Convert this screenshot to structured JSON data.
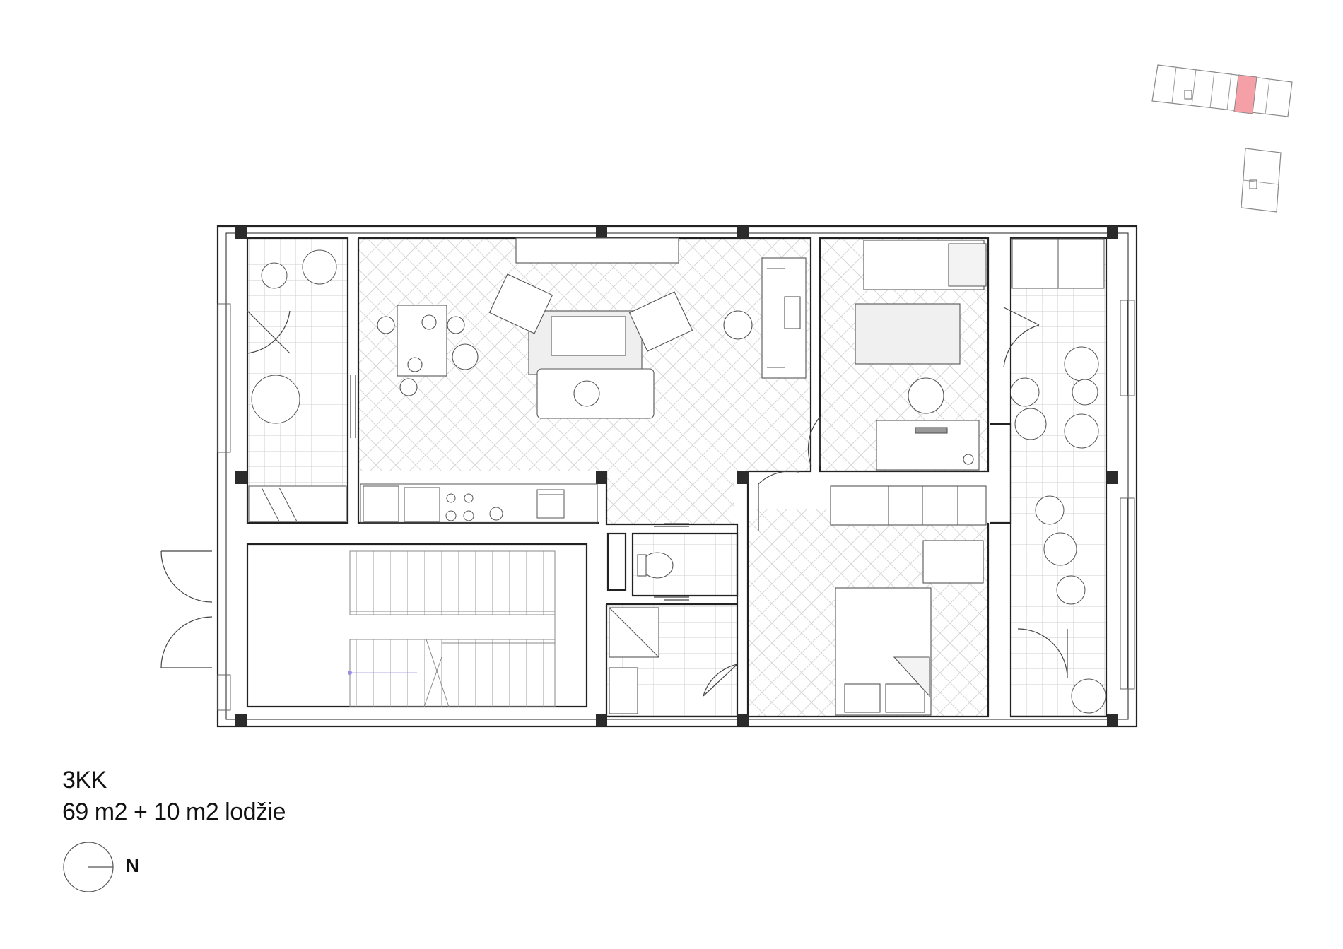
{
  "unit": {
    "type_label": "3KK",
    "area_label": "69 m2 + 10 m2 lodžie",
    "north_label": "N"
  },
  "colors": {
    "wall": "#222222",
    "line": "#555555",
    "light_line": "#bdbdbd",
    "highlight": "#f4a0a6",
    "pillar": "#2b2b2b"
  }
}
